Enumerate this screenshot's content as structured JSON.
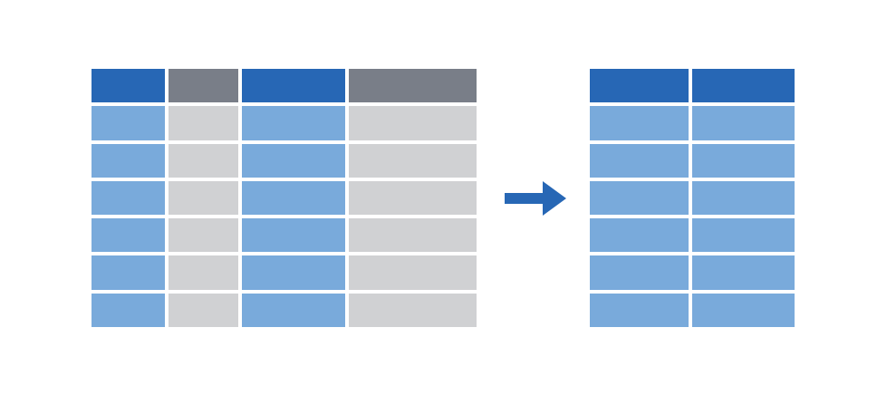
{
  "diagram": {
    "description_free": true,
    "source_table": {
      "columns": [
        {
          "kind": "selected"
        },
        {
          "kind": "dropped"
        },
        {
          "kind": "selected"
        },
        {
          "kind": "dropped"
        }
      ],
      "body_rows": 6
    },
    "result_table": {
      "columns": [
        {
          "kind": "selected"
        },
        {
          "kind": "selected"
        }
      ],
      "body_rows": 6
    },
    "colors": {
      "selected_header": "#2767b5",
      "selected_body": "#79aadb",
      "dropped_header": "#797e88",
      "dropped_body": "#d0d1d3",
      "arrow": "#2767b5"
    },
    "icons": {
      "arrow": "arrow-right-icon"
    }
  }
}
